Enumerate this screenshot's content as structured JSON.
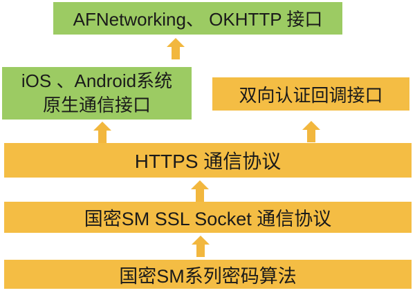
{
  "diagram": {
    "type": "layered-architecture",
    "colors": {
      "green_box": "#9ccb63",
      "orange_box": "#f4bd44",
      "arrow": "#f2b73e",
      "text": "#1a1a1a",
      "background": "#ffffff"
    },
    "boxes": [
      {
        "id": "afnetworking-okhttp-api",
        "label": "AFNetworking、 OKHTTP 接口",
        "color": "#9ccb63"
      },
      {
        "id": "native-comm-api",
        "label": "iOS 、Android系统\n原生通信接口",
        "color": "#9ccb63"
      },
      {
        "id": "mutual-auth-callback-api",
        "label": "双向认证回调接口",
        "color": "#f4bd44"
      },
      {
        "id": "https-protocol",
        "label": "HTTPS 通信协议",
        "color": "#f4bd44"
      },
      {
        "id": "sm-ssl-socket-protocol",
        "label": "国密SM SSL Socket 通信协议",
        "color": "#f4bd44"
      },
      {
        "id": "sm-crypto-algorithms",
        "label": "国密SM系列密码算法",
        "color": "#f4bd44"
      }
    ],
    "arrows": [
      {
        "direction": "up",
        "from": "native-comm-api",
        "to": "afnetworking-okhttp-api"
      },
      {
        "direction": "up",
        "from": "https-protocol",
        "to": "native-comm-api"
      },
      {
        "direction": "up",
        "from": "https-protocol",
        "to": "mutual-auth-callback-api"
      },
      {
        "direction": "up",
        "from": "sm-ssl-socket-protocol",
        "to": "https-protocol"
      },
      {
        "direction": "up",
        "from": "sm-crypto-algorithms",
        "to": "sm-ssl-socket-protocol"
      }
    ]
  }
}
